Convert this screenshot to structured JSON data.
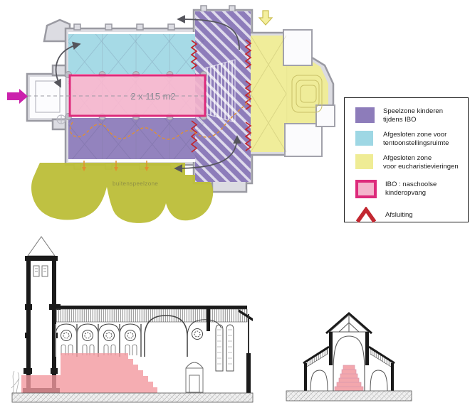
{
  "plan": {
    "ibo_area_label": "2 x 115 m2",
    "outdoor_label": "buitenspeelzone"
  },
  "legend": {
    "items": [
      {
        "line1": "Speelzone kinderen",
        "line2": "tijdens IBO"
      },
      {
        "line1": "Afgesloten zone voor",
        "line2": "tentoonstellingsruimte"
      },
      {
        "line1": "Afgesloten zone",
        "line2": "voor eucharistievieringen"
      },
      {
        "line1": "IBO : naschoolse",
        "line2": "kinderopvang"
      },
      {
        "line1": "Afsluiting",
        "line2": ""
      }
    ]
  },
  "colors": {
    "speelzone": "#8d7cba",
    "tentoonstelling": "#9ed7e4",
    "eucharistie": "#efec95",
    "ibo_fill": "#f4b4cc",
    "ibo_border": "#dd2a7b",
    "afsluiting": "#c22730",
    "buitenspeelzone": "#bcbe3a",
    "entrance_arrow": "#cb21ac",
    "route_dashed": "#e2902f",
    "flow_arrow": "#55555c",
    "section_pink": "#f2989f"
  }
}
